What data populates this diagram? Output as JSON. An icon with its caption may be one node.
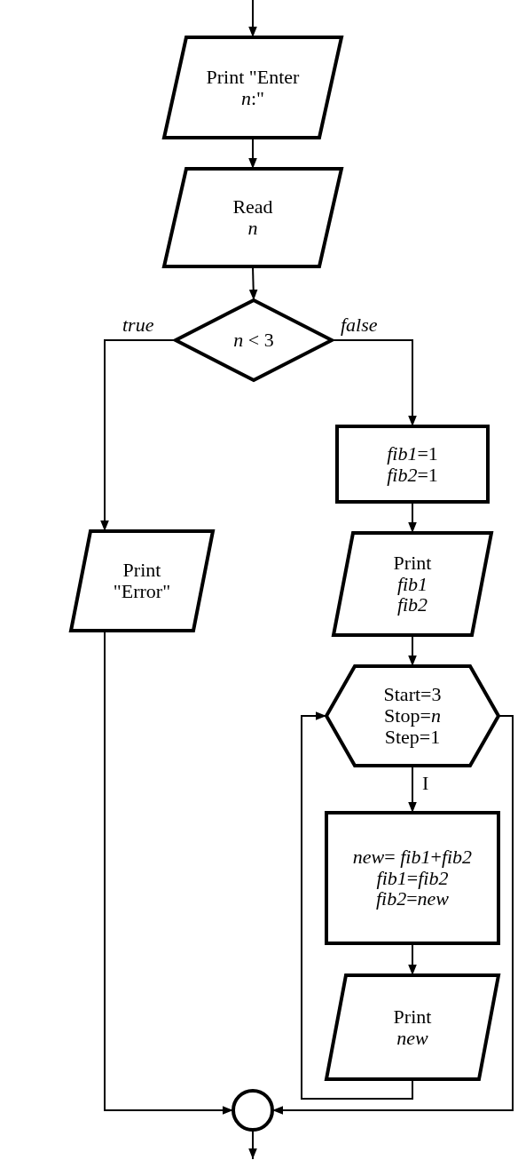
{
  "diagram": {
    "nodes": [
      {
        "text": [
          "Print \"Enter *n*:\""
        ]
      },
      {
        "text": [
          "Read *n*"
        ]
      },
      {
        "text": [
          "*n* < 3"
        ]
      },
      {
        "text": [
          "*fib1*=1",
          "*fib2*=1"
        ]
      },
      {
        "text": [
          "Print \"Error\""
        ]
      },
      {
        "text": [
          "Print *fib1* *fib2*"
        ]
      },
      {
        "text": [
          "Start=3",
          "Stop=*n*",
          "Step=1"
        ]
      },
      {
        "text": [
          "*new*= *fib1*+*fib2*",
          "*fib1*=*fib2*",
          "*fib2*=*new*"
        ]
      },
      {
        "text": [
          "Print *new*"
        ]
      },
      {
        "text": [],
        "shape": "circle"
      }
    ],
    "edges": [
      {
        "from": null,
        "to": 0,
        "arrow": "to"
      },
      {
        "from": 0,
        "to": 1,
        "arrow": "to"
      },
      {
        "from": 1,
        "to": 2,
        "arrow": "to"
      },
      {
        "from": 2,
        "to": 4,
        "arrow": "to",
        "label": "true"
      },
      {
        "from": 2,
        "to": 3,
        "arrow": "to",
        "label": "false"
      },
      {
        "from": 3,
        "to": 5,
        "arrow": "to"
      },
      {
        "from": 5,
        "to": 6,
        "arrow": "to"
      },
      {
        "from": 6,
        "to": 7,
        "arrow": "to",
        "label": "I"
      },
      {
        "from": 7,
        "to": 8,
        "arrow": "to"
      },
      {
        "from": 8,
        "to": 6,
        "arrow": "to"
      },
      {
        "from": 6,
        "to": 9,
        "arrow": "to"
      },
      {
        "from": 4,
        "to": 9,
        "arrow": "to"
      },
      {
        "from": 9,
        "to": null,
        "arrow": "to"
      }
    ]
  }
}
